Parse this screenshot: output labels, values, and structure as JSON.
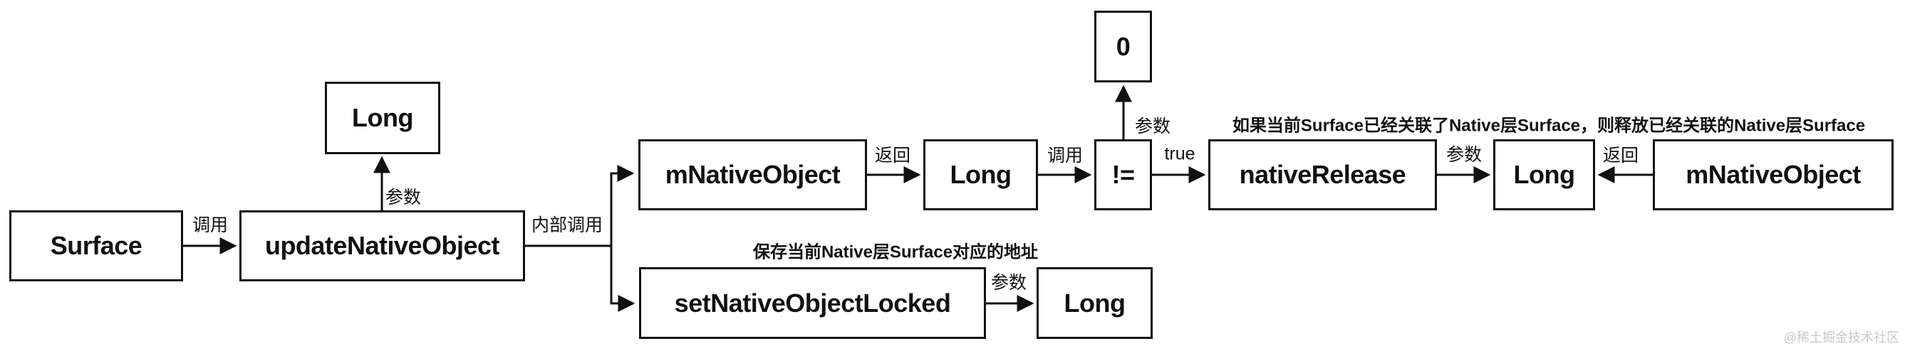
{
  "diagram": {
    "nodes": {
      "surface": {
        "label": "Surface"
      },
      "updateNativeObject": {
        "label": "updateNativeObject"
      },
      "long_param_top": {
        "label": "Long"
      },
      "mNativeObject_left": {
        "label": "mNativeObject"
      },
      "long_return_mid": {
        "label": "Long"
      },
      "neq": {
        "label": "!="
      },
      "zero": {
        "label": "0"
      },
      "nativeRelease": {
        "label": "nativeRelease"
      },
      "long_param_right": {
        "label": "Long"
      },
      "mNativeObject_right": {
        "label": "mNativeObject"
      },
      "setNativeObjectLocked": {
        "label": "setNativeObjectLocked"
      },
      "long_param_bottom": {
        "label": "Long"
      }
    },
    "edges": [
      {
        "from": "Surface",
        "to": "updateNativeObject",
        "label": "调用"
      },
      {
        "from": "updateNativeObject",
        "to": "Long",
        "label": "参数"
      },
      {
        "from": "updateNativeObject",
        "to": "mNativeObject / setNativeObjectLocked",
        "label": "内部调用"
      },
      {
        "from": "mNativeObject",
        "to": "Long",
        "label": "返回"
      },
      {
        "from": "Long",
        "to": "!=",
        "label": "调用"
      },
      {
        "from": "!=",
        "to": "0",
        "label": "参数"
      },
      {
        "from": "!=",
        "to": "nativeRelease",
        "label": "true"
      },
      {
        "from": "nativeRelease",
        "to": "Long",
        "label": "参数"
      },
      {
        "from": "mNativeObject",
        "to": "Long",
        "label": "返回"
      },
      {
        "from": "setNativeObjectLocked",
        "to": "Long",
        "label": "参数"
      }
    ],
    "annotations": {
      "release_note": "如果当前Surface已经关联了Native层Surface，则释放已经关联的Native层Surface",
      "save_note": "保存当前Native层Surface对应的地址"
    },
    "watermark": "@稀土掘金技术社区",
    "colors": {
      "line": "#111111",
      "background": "#ffffff",
      "watermark": "#c9c9c9"
    }
  }
}
